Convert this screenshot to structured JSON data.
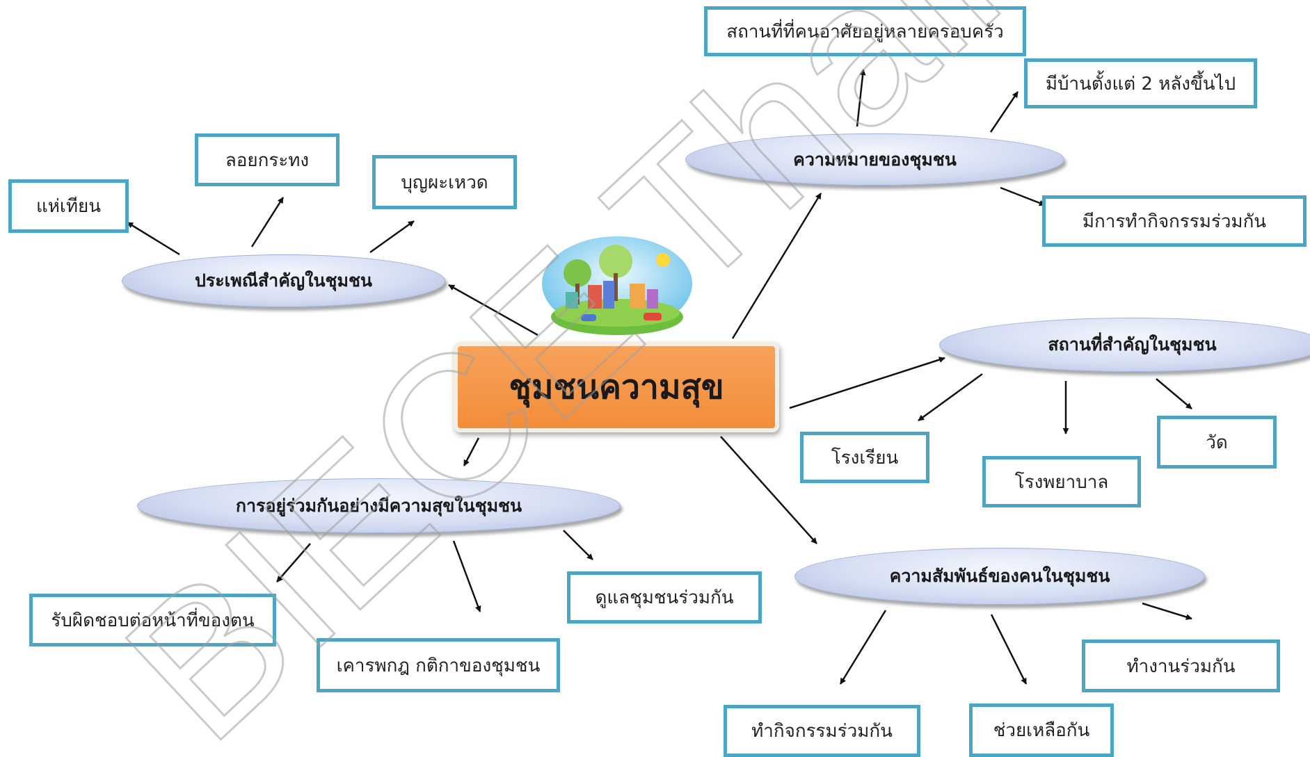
{
  "center": {
    "title": "ชุมชนความสุข"
  },
  "branches": {
    "meaning": {
      "label": "ความหมายของชุมชน",
      "items": [
        "สถานที่ที่คนอาศัยอยู่หลายครอบครัว",
        "มีบ้านตั้งแต่ 2 หลังขึ้นไป",
        "มีการทำกิจกรรมร่วมกัน"
      ]
    },
    "traditions": {
      "label": "ประเพณีสำคัญในชุมชน",
      "items": [
        "แห่เทียน",
        "ลอยกระทง",
        "บุญผะเหวด"
      ]
    },
    "places": {
      "label": "สถานที่สำคัญในชุมชน",
      "items": [
        "โรงเรียน",
        "โรงพยาบาล",
        "วัด"
      ]
    },
    "living": {
      "label": "การอยู่ร่วมกันอย่างมีความสุขในชุมชน",
      "items": [
        "รับผิดชอบต่อหน้าที่ของตน",
        "เคารพกฎ กติกาของชุมชน",
        "ดูแลชุมชนร่วมกัน"
      ]
    },
    "relations": {
      "label": "ความสัมพันธ์ของคนในชุมชน",
      "items": [
        "ทำกิจกรรมร่วมกัน",
        "ช่วยเหลือกัน",
        "ทำงานร่วมกัน"
      ]
    }
  },
  "watermark": {
    "text": "BIECE Thailand"
  },
  "colors": {
    "box_border": "#4aa6c4",
    "center_fill": "#f38d3a",
    "oval_fill": "#d6def3",
    "arrow": "#111111"
  }
}
